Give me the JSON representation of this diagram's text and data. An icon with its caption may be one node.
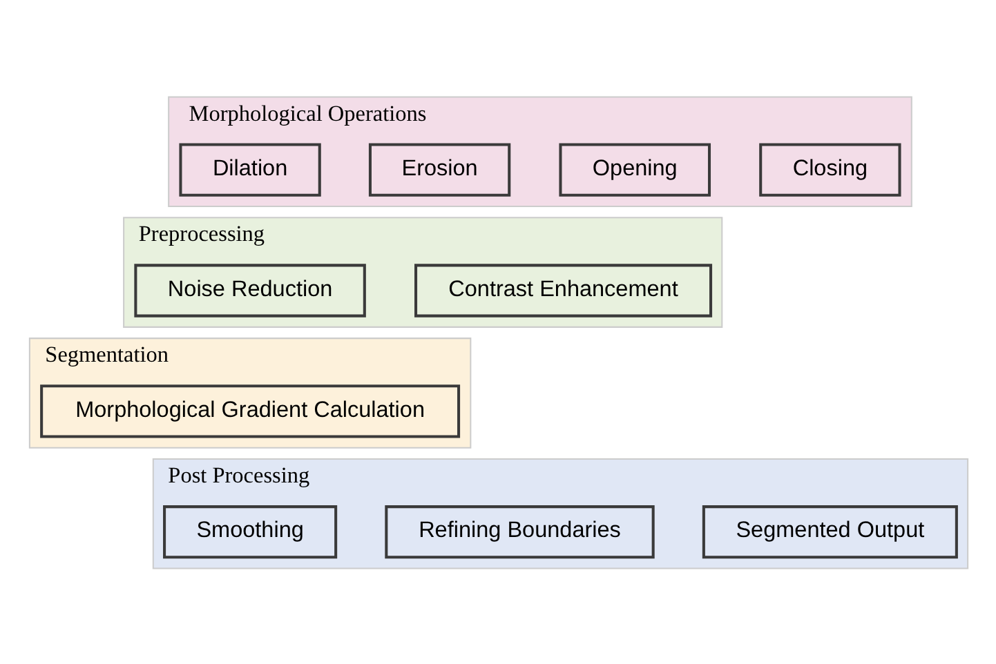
{
  "diagram": {
    "nodes": [
      {
        "text": [
          "Morphological Operations"
        ]
      },
      {
        "text": [
          "Dilation"
        ],
        "in": 0
      },
      {
        "text": [
          "Erosion"
        ],
        "in": 0
      },
      {
        "text": [
          "Opening"
        ],
        "in": 0
      },
      {
        "text": [
          "Closing"
        ],
        "in": 0
      },
      {
        "text": [
          "Preprocessing"
        ]
      },
      {
        "text": [
          "Noise Reduction"
        ],
        "in": 5
      },
      {
        "text": [
          "Contrast Enhancement"
        ],
        "in": 5
      },
      {
        "text": [
          "Segmentation"
        ]
      },
      {
        "text": [
          "Morphological Gradient Calculation"
        ],
        "in": 8
      },
      {
        "text": [
          "Post Processing"
        ]
      },
      {
        "text": [
          "Smoothing"
        ],
        "in": 10
      },
      {
        "text": [
          "Refining Boundaries"
        ],
        "in": 10
      },
      {
        "text": [
          "Segmented Output"
        ],
        "in": 10
      }
    ],
    "edges": []
  }
}
